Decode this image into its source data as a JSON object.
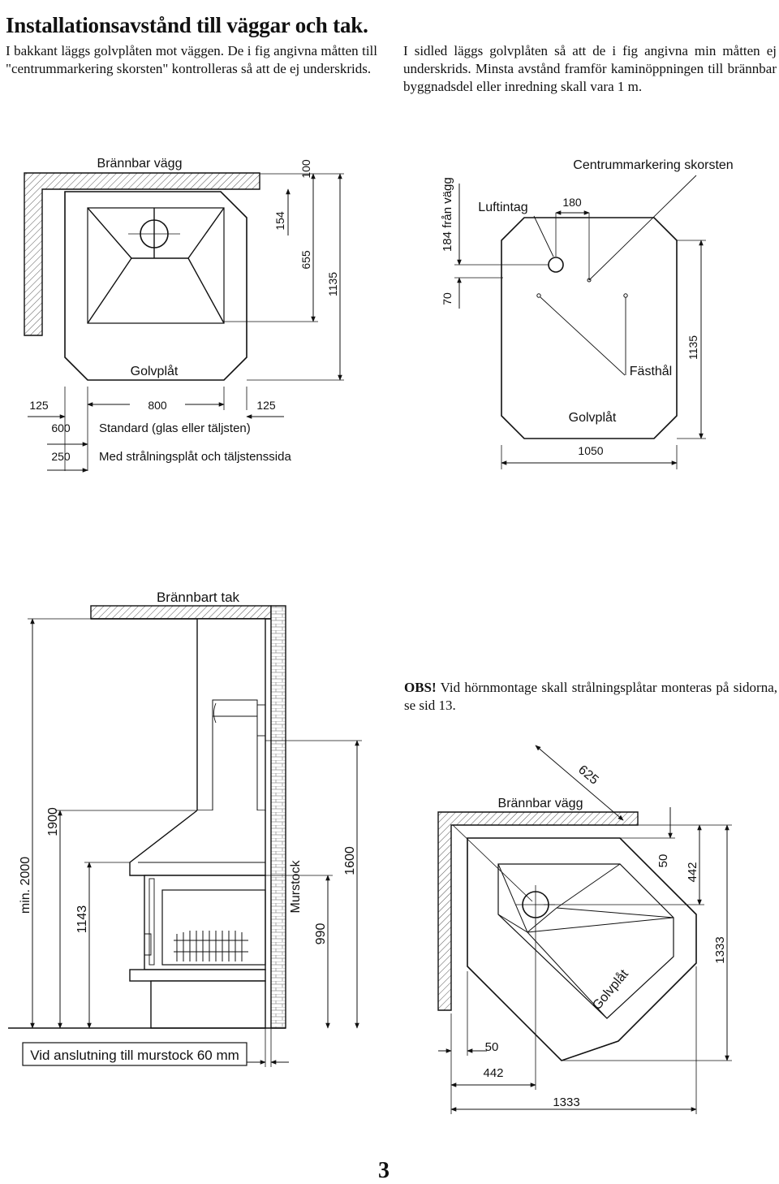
{
  "title": "Installationsavstånd till väggar och tak.",
  "intro_left": "I bakkant läggs golvplåten mot väggen. De i fig angivna måtten till \"centrummarkering skorsten\" kontrolleras så att de ej underskrids.",
  "intro_right": "I sidled läggs golvplåten så att de i fig angivna min måtten ej underskrids. Minsta avstånd framför kaminöppningen till brännbar byggnadsdel eller inredning skall vara 1 m.",
  "obs_bold": "OBS!",
  "obs_text": " Vid hörnmontage skall strålningsplåtar monteras på sidorna, se sid 13.",
  "fig1": {
    "wall_label": "Brännbar vägg",
    "floor_label": "Golvplåt",
    "dim_100": "100",
    "dim_154": "154",
    "dim_655": "655",
    "dim_1135": "1135",
    "dim_125_left": "125",
    "dim_800": "800",
    "dim_125_right": "125",
    "dim_600": "600",
    "standard_label": "Standard (glas eller täljsten)",
    "dim_250": "250",
    "radiation_label": "Med strålningsplåt och täljstenssida"
  },
  "fig2": {
    "chimney_label": "Centrummarkering skorsten",
    "wall_dist_label": "184 från vägg",
    "dim_70": "70",
    "air_label": "Luftintag",
    "dim_180": "180",
    "fixing_label": "Fästhål",
    "dim_1135": "1135",
    "floor_label": "Golvplåt",
    "dim_1050": "1050"
  },
  "fig3": {
    "ceiling_label": "Brännbart tak",
    "dim_min2000": "min. 2000",
    "dim_1900": "1900",
    "dim_1143": "1143",
    "chimney_label": "Murstock",
    "dim_990": "990",
    "dim_1600": "1600",
    "connection_label": "Vid anslutning till murstock 60 mm"
  },
  "fig4": {
    "dim_625": "625",
    "wall_label": "Brännbar vägg",
    "dim_50_right": "50",
    "dim_442_right": "442",
    "dim_1333_right": "1333",
    "floor_label": "Golvplåt",
    "dim_50_bottom": "50",
    "dim_442_bottom": "442",
    "dim_1333_bottom": "1333"
  },
  "page_number": "3"
}
